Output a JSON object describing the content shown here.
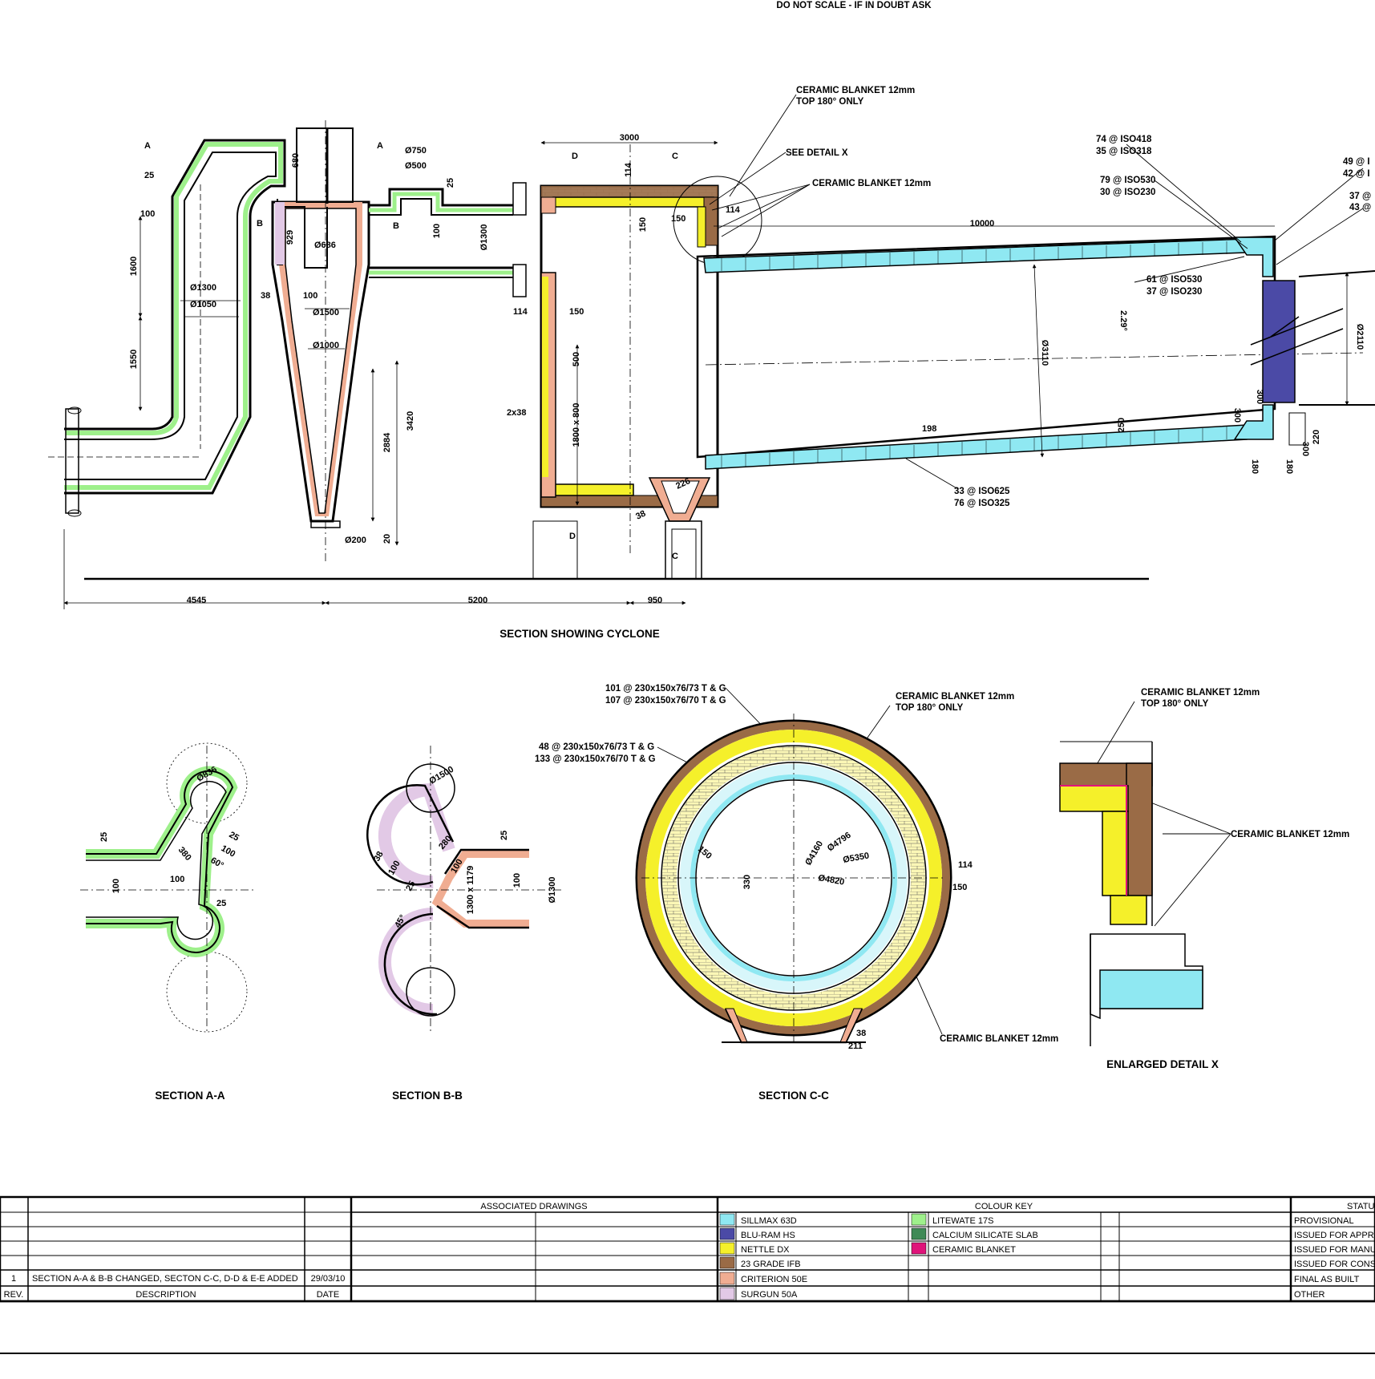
{
  "header": {
    "note": "DO NOT SCALE - IF IN DOUBT ASK"
  },
  "section_labels": {
    "cyclone": "SECTION SHOWING CYCLONE",
    "aa": "SECTION A-A",
    "bb": "SECTION B-B",
    "cc": "SECTION C-C",
    "detail_x": "ENLARGED DETAIL X"
  },
  "markers": {
    "a": "A",
    "b": "B",
    "c": "C",
    "d": "D"
  },
  "callouts": {
    "ceramic_top": [
      "CERAMIC BLANKET 12mm",
      "TOP 180° ONLY"
    ],
    "see_detail": "SEE DETAIL X",
    "ceramic": "CERAMIC BLANKET 12mm",
    "iso_top_a": [
      "74 @ ISO418",
      "35 @ ISO318"
    ],
    "iso_top_b": [
      "79 @ ISO530",
      "30 @ ISO230"
    ],
    "iso_right_a": [
      "49 @ I",
      "42 @ I"
    ],
    "iso_right_b": [
      "37 @",
      "43 @"
    ],
    "iso_mid": [
      "61 @ ISO530",
      "37 @ ISO230"
    ],
    "iso_bottom": [
      "33 @ ISO625",
      "76 @ ISO325"
    ],
    "tg_a": [
      "101 @ 230x150x76/73 T & G",
      "107 @ 230x150x76/70 T & G"
    ],
    "tg_b": [
      "48 @ 230x150x76/73 T & G",
      "133 @ 230x150x76/70 T & G"
    ]
  },
  "dimensions": {
    "d3000": "3000",
    "d680": "680",
    "d25": "25",
    "d750": "Ø750",
    "d500": "Ø500",
    "d25b": "25",
    "d114": "114",
    "d150": "150",
    "d114b": "114",
    "d150b": "150",
    "d10000": "10000",
    "d100": "100",
    "d1600": "1600",
    "d1550": "1550",
    "d1300": "Ø1300",
    "d1050": "Ø1050",
    "d929": "929",
    "d686": "Ø686",
    "d38": "38",
    "d100b": "100",
    "d1500": "Ø1500",
    "d1000": "Ø1000",
    "d100c": "100",
    "d1300b": "Ø1300",
    "d114c": "114",
    "d150c": "150",
    "d500b": "500",
    "d2x38": "2x38",
    "d1800": "1800 x 800",
    "d3420": "3420",
    "d2884": "2884",
    "d200": "Ø200",
    "d20": "20",
    "d4545": "4545",
    "d5200": "5200",
    "d950": "950",
    "d226": "226",
    "d38b": "38",
    "d3110": "Ø3110",
    "d229": "2.29°",
    "d198": "198",
    "d250": "250",
    "d2110": "Ø2110",
    "d300a": "300",
    "d300b": "300",
    "d180a": "180",
    "d220": "220",
    "d300c": "300",
    "d180b": "180",
    "aa_836": "Ø836",
    "aa_25a": "25",
    "aa_380": "380",
    "aa_100a": "100",
    "aa_60": "60°",
    "aa_25b": "25",
    "aa_100b": "100",
    "aa_100c": "100",
    "aa_25c": "25",
    "bb_1500": "Ø1500",
    "bb_280": "280",
    "bb_38": "38",
    "bb_100a": "100",
    "bb_100b": "100",
    "bb_25a": "25",
    "bb_45": "45°",
    "bb_1300x": "1300 x 1179",
    "bb_25b": "25",
    "bb_100c": "100",
    "bb_1300": "Ø1300",
    "cc_150": "150",
    "cc_4160": "Ø4160",
    "cc_4796": "Ø4796",
    "cc_5350": "Ø5350",
    "cc_4820": "Ø4820",
    "cc_330": "330",
    "cc_114": "114",
    "cc_150b": "150",
    "cc_38": "38",
    "cc_211": "211"
  },
  "title_block": {
    "revision": {
      "rev": "1",
      "description": "SECTION A-A & B-B CHANGED, SECTON C-C, D-D & E-E ADDED",
      "date": "29/03/10"
    },
    "headers": {
      "rev": "REV.",
      "description": "DESCRIPTION",
      "date": "DATE"
    },
    "associated_drawings": "ASSOCIATED DRAWINGS",
    "colour_key_title": "COLOUR KEY",
    "colour_key": [
      {
        "label": "SILLMAX 63D",
        "color": "#8fe8f2"
      },
      {
        "label": "BLU-RAM HS",
        "color": "#4b4aa6"
      },
      {
        "label": "NETTLE DX",
        "color": "#f5f02a"
      },
      {
        "label": "23 GRADE IFB",
        "color": "#9a6b46"
      },
      {
        "label": "CRITERION 50E",
        "color": "#f0ad92"
      },
      {
        "label": "SURGUN 50A",
        "color": "#e2c9e6"
      },
      {
        "label": "LITEWATE 17S",
        "color": "#9ef08b"
      },
      {
        "label": "CALCIUM SILICATE SLAB",
        "color": "#3f8a56"
      },
      {
        "label": "CERAMIC BLANKET",
        "color": "#e0147a"
      }
    ],
    "status_title": "STATUS",
    "status": [
      "PROVISIONAL",
      "ISSUED FOR APPRO",
      "ISSUED FOR MANUF",
      "ISSUED FOR CONST",
      "FINAL AS BUILT",
      "OTHER"
    ]
  }
}
